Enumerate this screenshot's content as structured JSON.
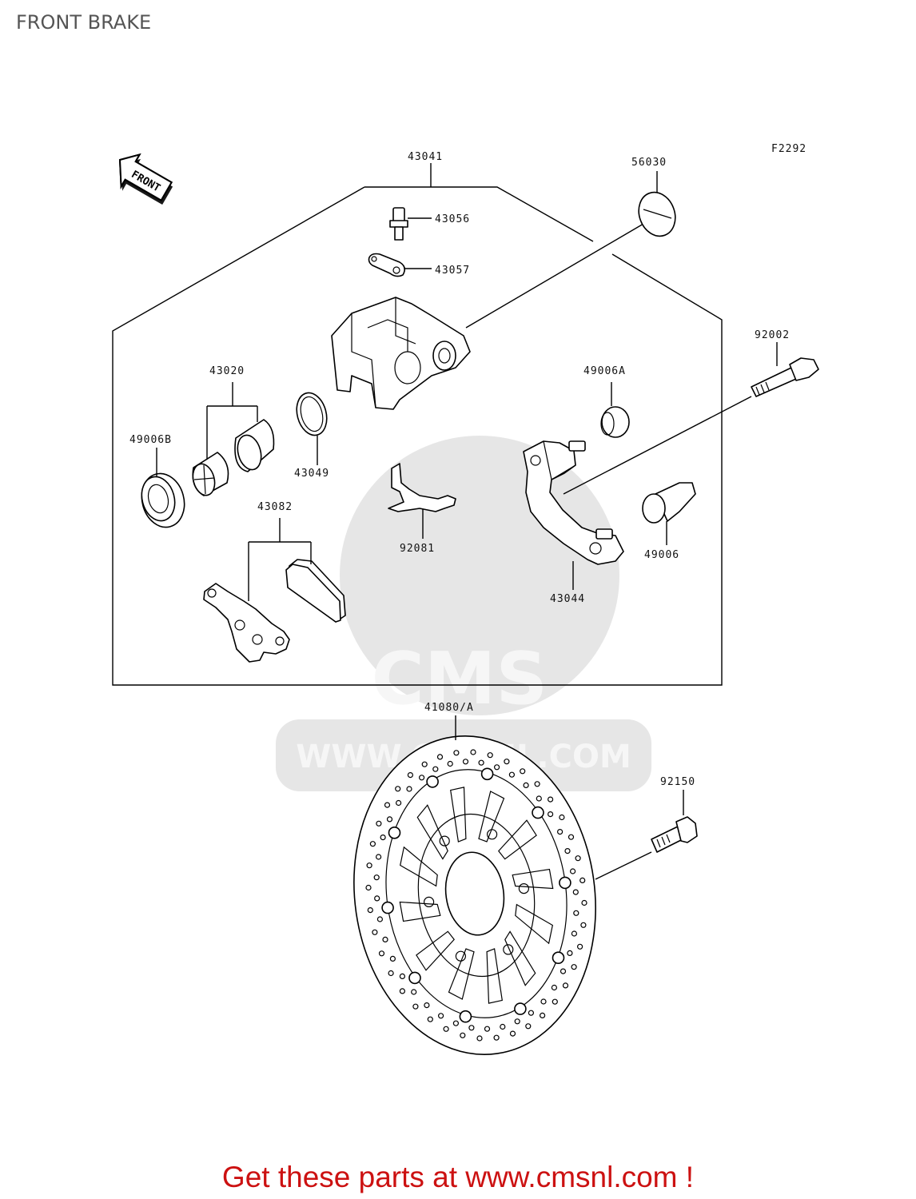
{
  "page": {
    "title": "FRONT BRAKE",
    "footer_link": "Get these parts at www.cmsnl.com !"
  },
  "diagram": {
    "code": "F2292",
    "front_arrow": "FRONT",
    "watermark": {
      "brand": "CMS",
      "url": "WWW.CMSNL.COM"
    },
    "part_labels": {
      "p43041": "43041",
      "p56030": "56030",
      "p43056": "43056",
      "p43057": "43057",
      "p43020": "43020",
      "p49006B": "49006B",
      "p43049": "43049",
      "p49006A": "49006A",
      "p92002": "92002",
      "p43082": "43082",
      "p92081": "92081",
      "p49006": "49006",
      "p43044": "43044",
      "p41080A": "41080/A",
      "p92150": "92150"
    }
  }
}
